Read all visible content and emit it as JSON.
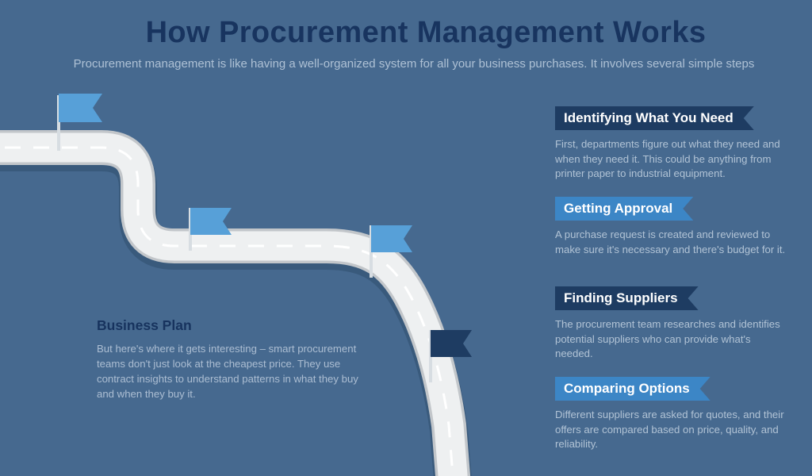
{
  "page": {
    "title": "How Procurement Management Works",
    "subtitle": "Procurement management is like having a well-organized system for all your business purchases. It involves several simple steps"
  },
  "colors": {
    "background": "#46698f",
    "title_text": "#18345f",
    "banner_dark": "#1e3c62",
    "banner_light": "#3c86c6",
    "road_fill": "#eef0f1",
    "road_border": "#c2c6ca",
    "road_dash": "#ffffff",
    "flag_blue": "#57a0d8",
    "flag_navy": "#1e3c62",
    "body_text": "#d0dce9"
  },
  "steps": [
    {
      "title": "Identifying What You Need",
      "style": "dark",
      "body": "First, departments figure out what they need and when they need it. This could be anything from printer paper to industrial equipment."
    },
    {
      "title": "Getting Approval",
      "style": "light",
      "body": "A purchase request is created and reviewed to make sure it's necessary and there's budget for it."
    },
    {
      "title": "Finding Suppliers",
      "style": "dark",
      "body": "The procurement team researches and identifies potential suppliers who can provide what's needed."
    },
    {
      "title": "Comparing Options",
      "style": "light",
      "body": "Different suppliers are asked for quotes, and their offers are compared based on price, quality, and reliability."
    }
  ],
  "callout": {
    "title": "Business Plan",
    "body": "But here's where it gets interesting – smart procurement teams don't just look at the cheapest price. They use contract insights to understand patterns in what they buy and when they buy it."
  },
  "road": {
    "flags": [
      {
        "name": "milestone-flag-1",
        "color": "#57a0d8"
      },
      {
        "name": "milestone-flag-2",
        "color": "#57a0d8"
      },
      {
        "name": "milestone-flag-3",
        "color": "#57a0d8"
      },
      {
        "name": "milestone-flag-4",
        "color": "#1e3c62"
      }
    ]
  }
}
